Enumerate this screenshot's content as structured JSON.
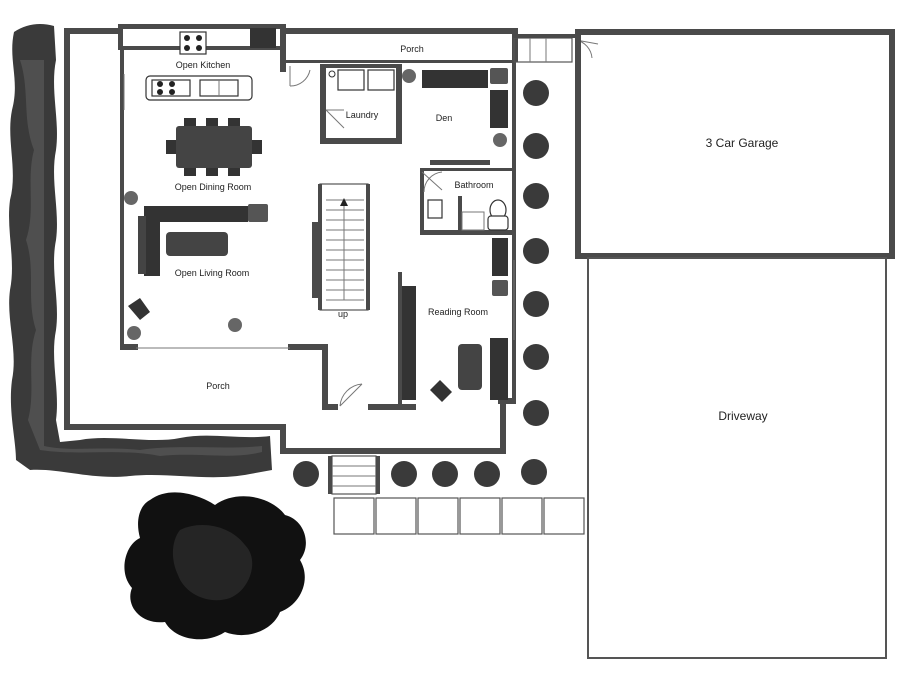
{
  "labels": {
    "open_kitchen": "Open Kitchen",
    "open_dining_room": "Open Dining Room",
    "open_living_room": "Open Living Room",
    "porch_top": "Porch",
    "porch_bottom": "Porch",
    "laundry": "Laundry",
    "den": "Den",
    "bathroom": "Bathroom",
    "reading_room": "Reading Room",
    "stairs_up": "up",
    "garage": "3 Car Garage",
    "driveway": "Driveway"
  },
  "colors": {
    "wall": "#4a4a4a",
    "furniture": "#444444",
    "shrub": "#3a3a3a",
    "background": "#ffffff"
  },
  "icons": [
    "hedge-icon",
    "tree-icon",
    "shrub-icon",
    "plant-icon",
    "stove-icon",
    "sink-icon",
    "toilet-icon",
    "washer-icon",
    "dryer-icon"
  ]
}
